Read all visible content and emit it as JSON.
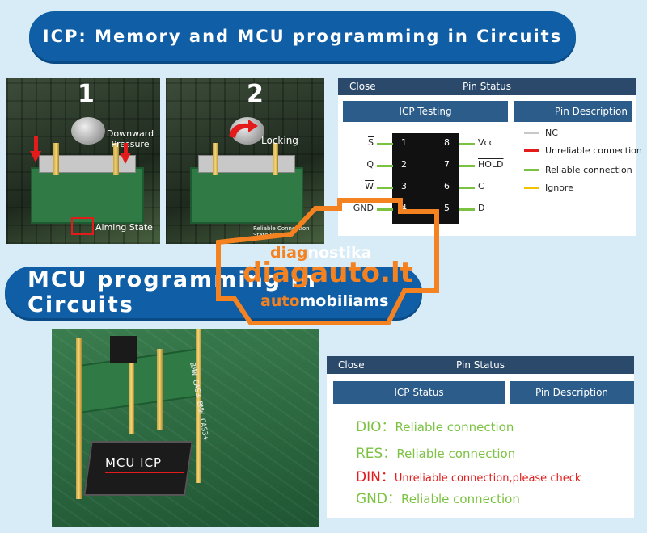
{
  "banners": {
    "top": "ICP: Memory and MCU programming in Circuits",
    "mid": "MCU programming in Circuits"
  },
  "photos": {
    "one": {
      "number": "1",
      "pressure_label": "Downward Pressure",
      "state_label": "Aiming State"
    },
    "two": {
      "number": "2",
      "locking_label": "Locking",
      "state_label": "Reliable Connection State OK"
    },
    "three": {
      "chip_label": "MCU  ICP",
      "adapter_label": "BMW CAS3 BMW CAS3+"
    }
  },
  "top_panel": {
    "close_label": "Close",
    "title": "Pin Status",
    "tab_testing": "ICP Testing",
    "tab_description": "Pin Description",
    "left_pins": [
      {
        "name": "S",
        "num": "1",
        "overline": true
      },
      {
        "name": "Q",
        "num": "2",
        "overline": false
      },
      {
        "name": "W",
        "num": "3",
        "overline": true
      },
      {
        "name": "GND",
        "num": "4",
        "overline": false
      }
    ],
    "right_pins": [
      {
        "name": "Vcc",
        "num": "8",
        "overline": false
      },
      {
        "name": "HOLD",
        "num": "7",
        "overline": true
      },
      {
        "name": "C",
        "num": "6",
        "overline": false
      },
      {
        "name": "D",
        "num": "5",
        "overline": false
      }
    ],
    "legend": [
      {
        "label": "NC",
        "color": "#c8c8c8"
      },
      {
        "label": "Unreliable connection",
        "color": "#e31b1b"
      },
      {
        "label": "Reliable connection",
        "color": "#7cc242"
      },
      {
        "label": "Ignore",
        "color": "#f2c200"
      }
    ]
  },
  "bottom_panel": {
    "close_label": "Close",
    "title": "Pin Status",
    "tab_status": "ICP Status",
    "tab_description": "Pin Description",
    "rows": [
      {
        "key": "DIO：",
        "value": "Reliable connection",
        "color": "#7cc242"
      },
      {
        "key": "RES：",
        "value": "Reliable connection",
        "color": "#7cc242"
      },
      {
        "key": "DIN：",
        "value": "Unreliable connection,please check",
        "color": "#e31b1b"
      },
      {
        "key": "GND：",
        "value": "Reliable connection",
        "color": "#7cc242"
      }
    ]
  },
  "watermark": {
    "line1_a": "diag",
    "line1_b": "nostika",
    "line2": "diagauto.lt",
    "line3_a": "auto",
    "line3_b": "mobiliams",
    "color": "#f58220"
  }
}
